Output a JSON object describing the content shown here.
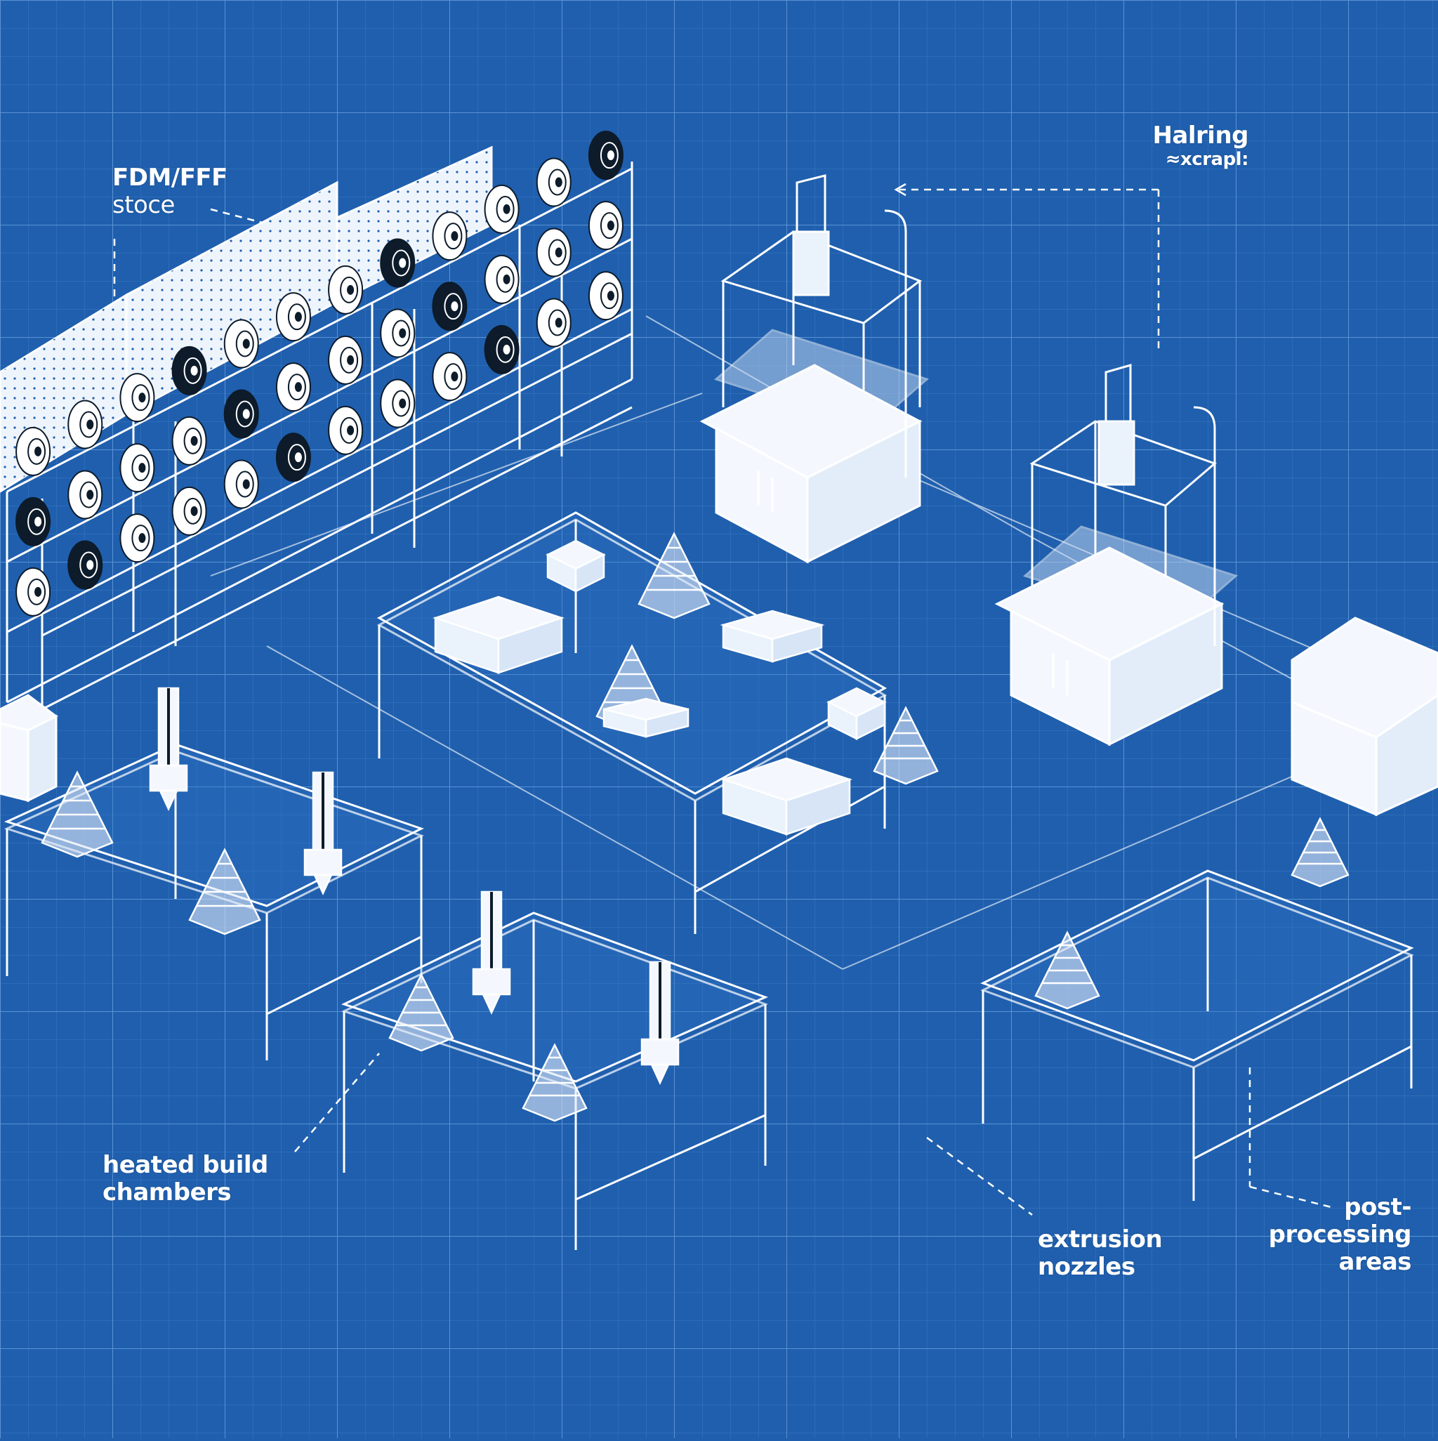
{
  "colors": {
    "background": "#1f5fae",
    "grid_minor": "#3a78c2",
    "grid_major": "#5b92d4",
    "line": "#ffffff",
    "surface": "#dfeaf8",
    "dark": "#0d1b2a"
  },
  "labels": {
    "filament_storage": {
      "line1": "FDM/FFF",
      "line2": "stoce"
    },
    "printer_area": {
      "line1": "Halring",
      "line2": "≈xcrapl:"
    },
    "heated_chambers": {
      "line1": "heated build",
      "line2": "chambers"
    },
    "extrusion_nozzles": {
      "line1": "extrusion",
      "line2": "nozzles"
    },
    "post_processing": {
      "line1": "post-",
      "line2": "processing",
      "line3": "areas"
    }
  }
}
